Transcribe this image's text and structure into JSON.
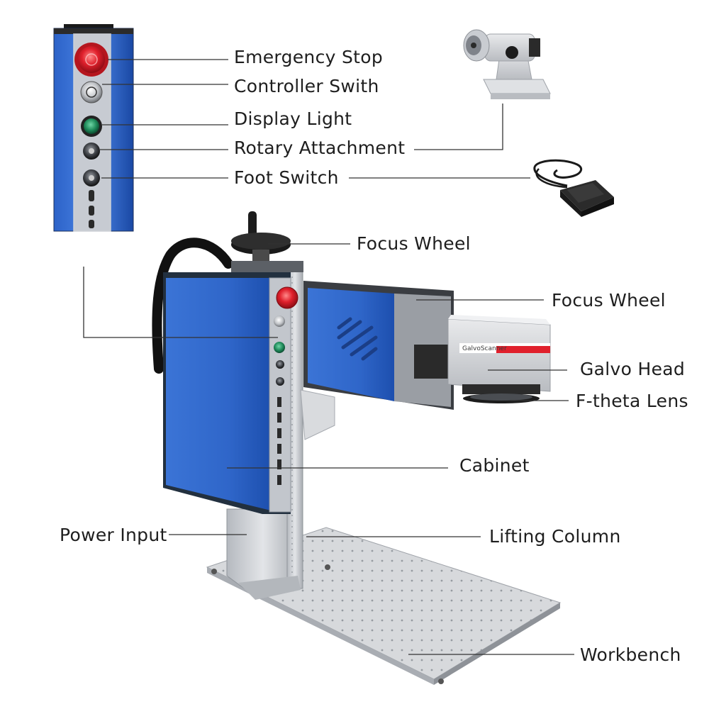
{
  "labels": {
    "emergency_stop": "Emergency Stop",
    "controller_switch": "Controller Swith",
    "display_light": "Display Light",
    "rotary_attachment": "Rotary Attachment",
    "foot_switch": "Foot Switch",
    "focus_wheel_top": "Focus Wheel",
    "focus_wheel_side": "Focus Wheel",
    "galvo_head": "Galvo Head",
    "f_theta_lens": "F-theta Lens",
    "cabinet": "Cabinet",
    "power_input": "Power Input",
    "lifting_column": "Lifting Column",
    "workbench": "Workbench"
  },
  "galvo_brand": "GalvoScanner",
  "colors": {
    "cabinet_blue": "#2f66c9",
    "panel_blue": "#1f54b8",
    "emergency_red": "#e0202c",
    "display_green": "#1f8a5a",
    "aluminium": "#c9ccd1",
    "leader_line": "#333333"
  }
}
